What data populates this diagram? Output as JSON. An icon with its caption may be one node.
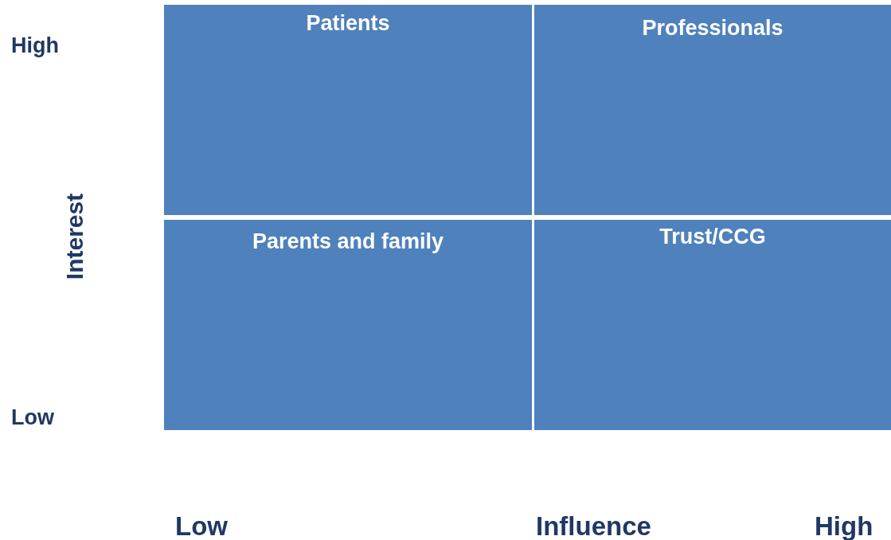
{
  "diagram": {
    "nodes": [
      {
        "text": [
          "Patients"
        ]
      },
      {
        "text": [
          "Professionals"
        ]
      },
      {
        "text": [
          "Parents and family"
        ]
      },
      {
        "text": [
          "Trust/CCG"
        ]
      }
    ],
    "labels": [
      "High",
      "Interest",
      "Low",
      "Low",
      "Influence",
      "High"
    ]
  }
}
